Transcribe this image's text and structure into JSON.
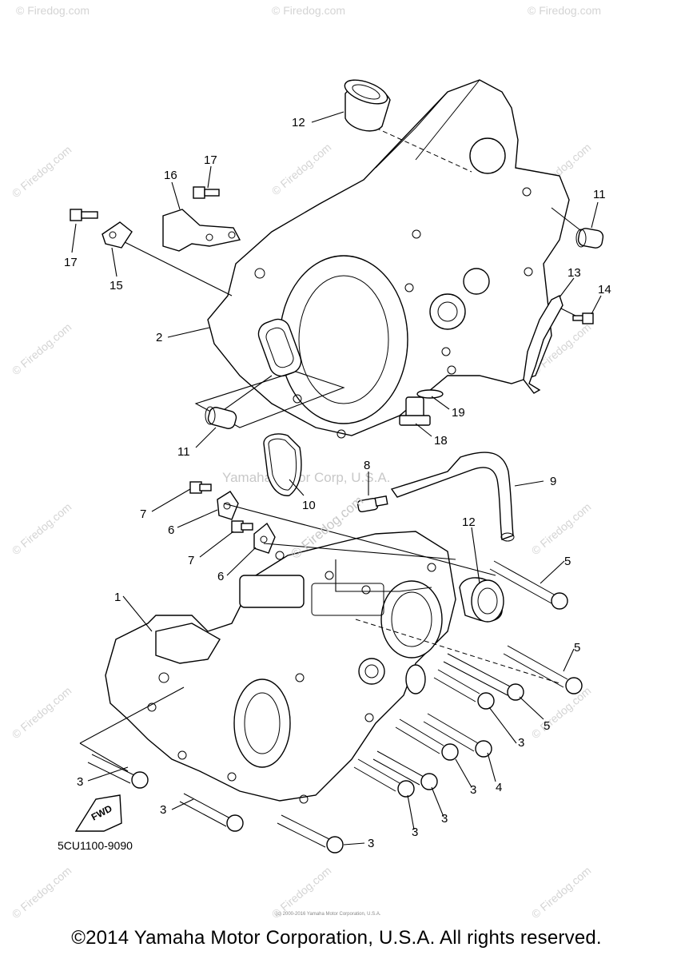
{
  "diagram": {
    "callouts": [
      {
        "id": "c12a",
        "text": "12"
      },
      {
        "id": "c17a",
        "text": "17"
      },
      {
        "id": "c16",
        "text": "16"
      },
      {
        "id": "c11a",
        "text": "11"
      },
      {
        "id": "c17b",
        "text": "17"
      },
      {
        "id": "c15",
        "text": "15"
      },
      {
        "id": "c13",
        "text": "13"
      },
      {
        "id": "c14",
        "text": "14"
      },
      {
        "id": "c2",
        "text": "2"
      },
      {
        "id": "c19",
        "text": "19"
      },
      {
        "id": "c11b",
        "text": "11"
      },
      {
        "id": "c18",
        "text": "18"
      },
      {
        "id": "c8",
        "text": "8"
      },
      {
        "id": "c9",
        "text": "9"
      },
      {
        "id": "c10",
        "text": "10"
      },
      {
        "id": "c7a",
        "text": "7"
      },
      {
        "id": "c6a",
        "text": "6"
      },
      {
        "id": "c12b",
        "text": "12"
      },
      {
        "id": "c7b",
        "text": "7"
      },
      {
        "id": "c5a",
        "text": "5"
      },
      {
        "id": "c6b",
        "text": "6"
      },
      {
        "id": "c1",
        "text": "1"
      },
      {
        "id": "c5b",
        "text": "5"
      },
      {
        "id": "c5c",
        "text": "5"
      },
      {
        "id": "c3a",
        "text": "3"
      },
      {
        "id": "c3b",
        "text": "3"
      },
      {
        "id": "c4",
        "text": "4"
      },
      {
        "id": "c3c",
        "text": "3"
      },
      {
        "id": "c3d",
        "text": "3"
      },
      {
        "id": "c3e",
        "text": "3"
      },
      {
        "id": "c3f",
        "text": "3"
      },
      {
        "id": "c3g",
        "text": "3"
      }
    ],
    "fwd_label": "FWD",
    "drawing_code": "5CU1100-9090",
    "watermark_site": "© Firedog.com",
    "watermark_center": "Yamaha Motor Corp, U.S.A.",
    "watermark_diagonal": "© Firedog.com",
    "small_print": "(c) 2000-2016 Yamaha Motor Corporation, U.S.A."
  },
  "copyright": "©2014 Yamaha Motor Corporation, U.S.A. All rights reserved.",
  "colors": {
    "line": "#000000",
    "watermark": "#d4d4d4",
    "background": "#ffffff"
  }
}
